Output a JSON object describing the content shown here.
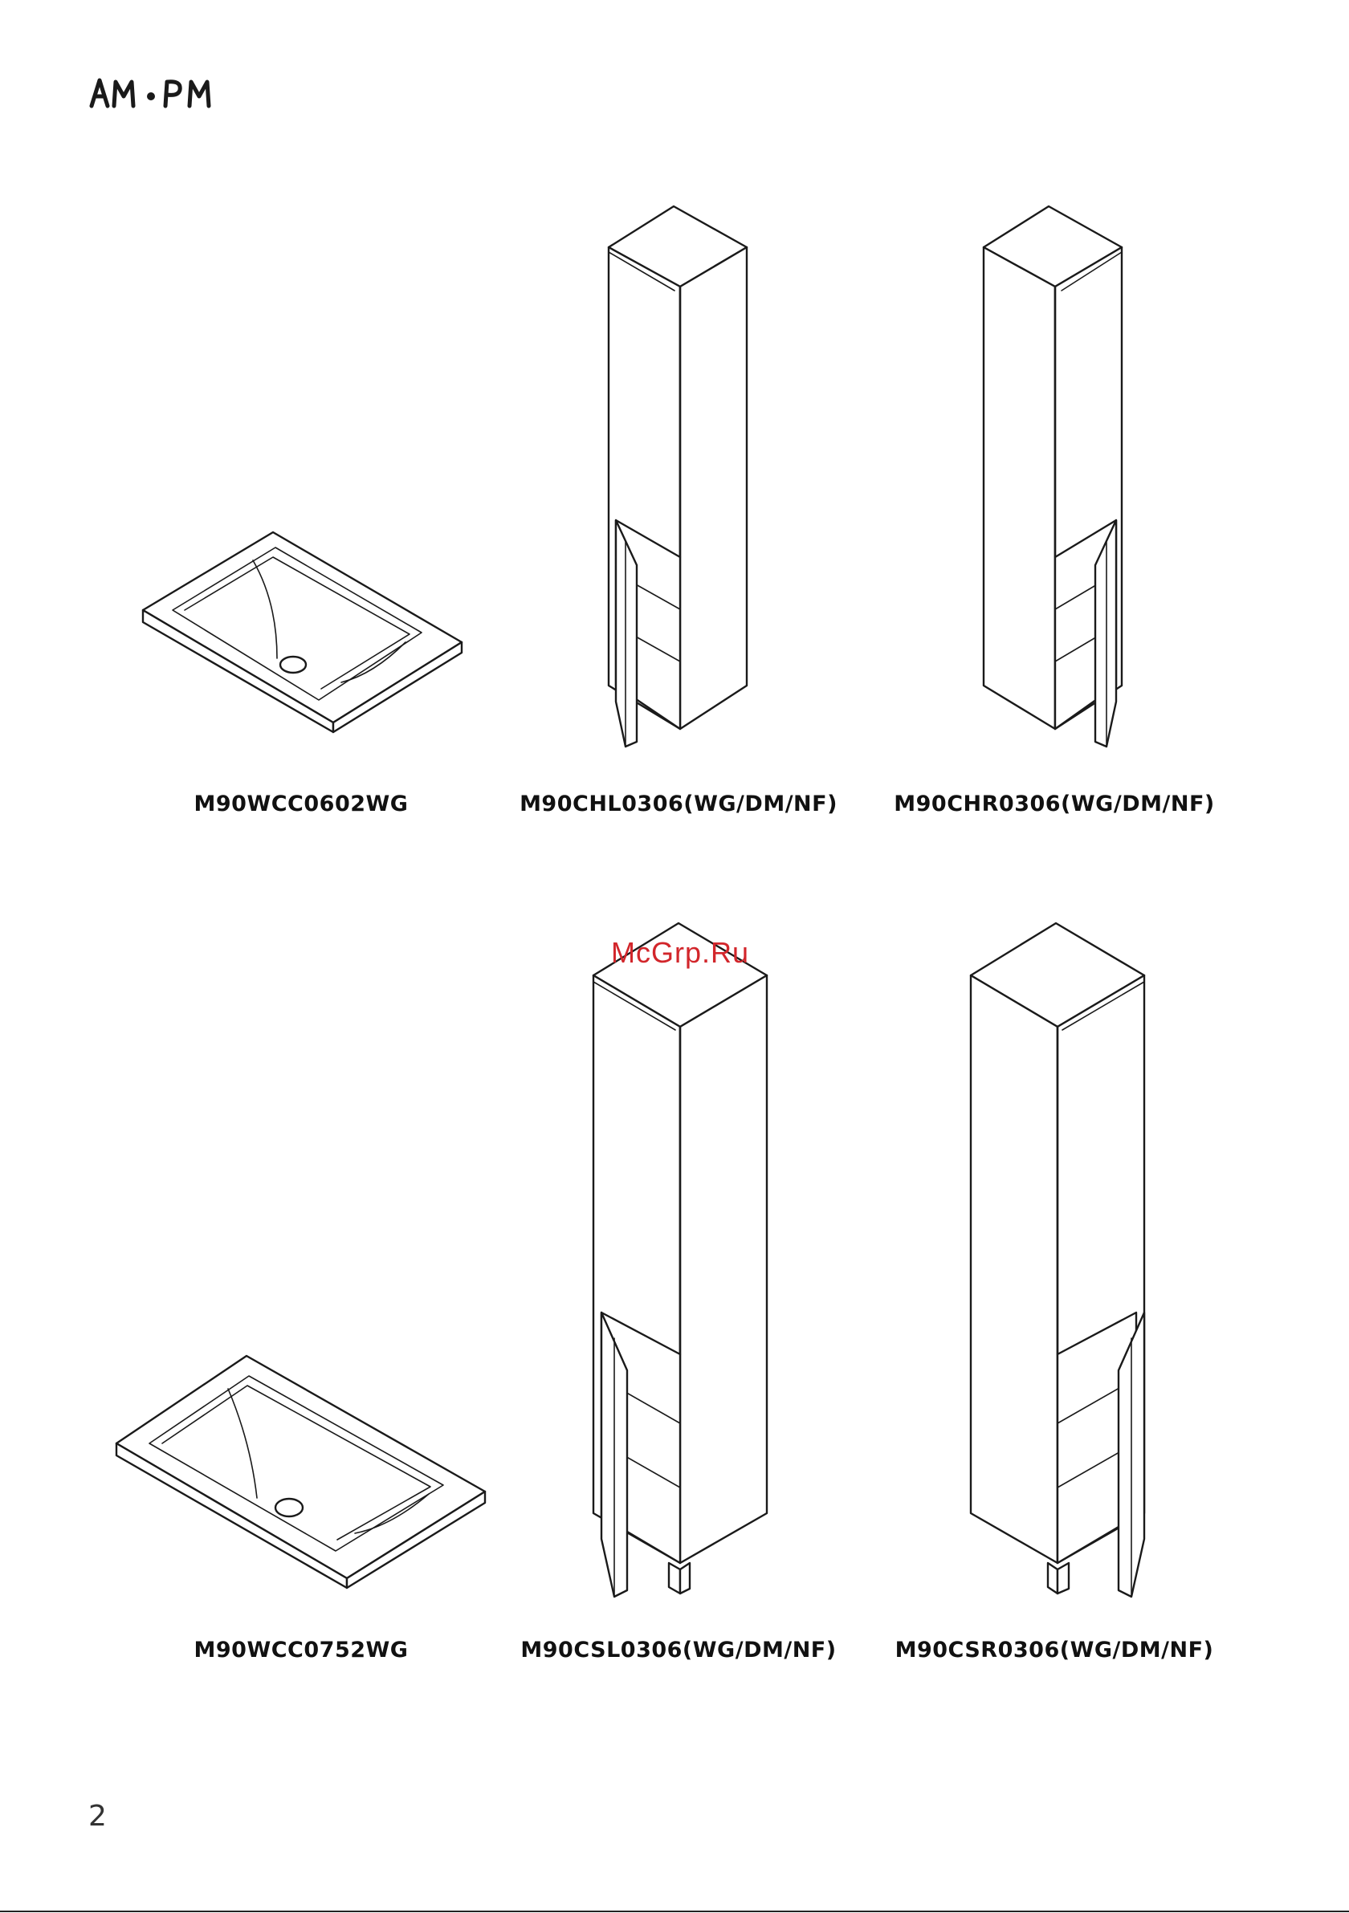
{
  "brand": {
    "logo_text": "AM·PM"
  },
  "watermark": {
    "text": "McGrp.Ru",
    "color": "#d2262b"
  },
  "products": [
    {
      "code": "M90WCC0602WG",
      "icon": "washbasin-illustration"
    },
    {
      "code": "M90CHL0306(WG/DM/NF)",
      "icon": "tall-cabinet-left-illustration"
    },
    {
      "code": "M90CHR0306(WG/DM/NF)",
      "icon": "tall-cabinet-right-illustration"
    },
    {
      "code": "M90WCC0752WG",
      "icon": "washbasin-illustration"
    },
    {
      "code": "M90CSL0306(WG/DM/NF)",
      "icon": "cabinet-with-legs-left-illustration"
    },
    {
      "code": "M90CSR0306(WG/DM/NF)",
      "icon": "cabinet-with-legs-right-illustration"
    }
  ],
  "page": {
    "number": "2"
  }
}
